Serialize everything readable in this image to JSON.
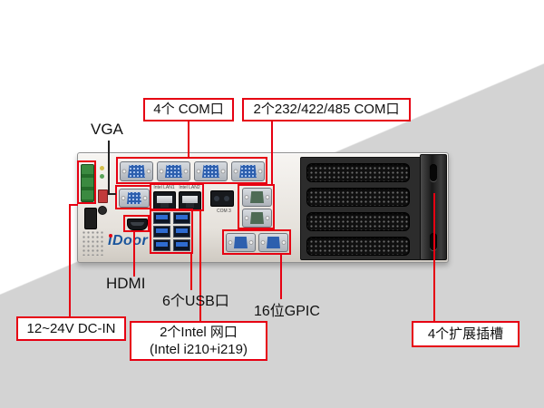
{
  "colors": {
    "accent_red": "#e60012",
    "port_blue": "#2d5fae",
    "bg_gray": "#d3d3d3"
  },
  "callouts": {
    "com4": "4个 COM口",
    "com232": "2个232/422/485 COM口",
    "vga": "VGA",
    "hdmi": "HDMI",
    "usb": "6个USB口",
    "gpio": "16位GPIC",
    "dcin": "12~24V DC-IN",
    "lan_line1": "2个Intel 网口",
    "lan_line2": "(Intel i210+i219)",
    "slots": "4个扩展插槽"
  },
  "device": {
    "logo": "iDoor",
    "port_labels": {
      "lan1": "Intel LAN1",
      "lan2": "Intel LAN2",
      "com3": "COM 3"
    }
  }
}
